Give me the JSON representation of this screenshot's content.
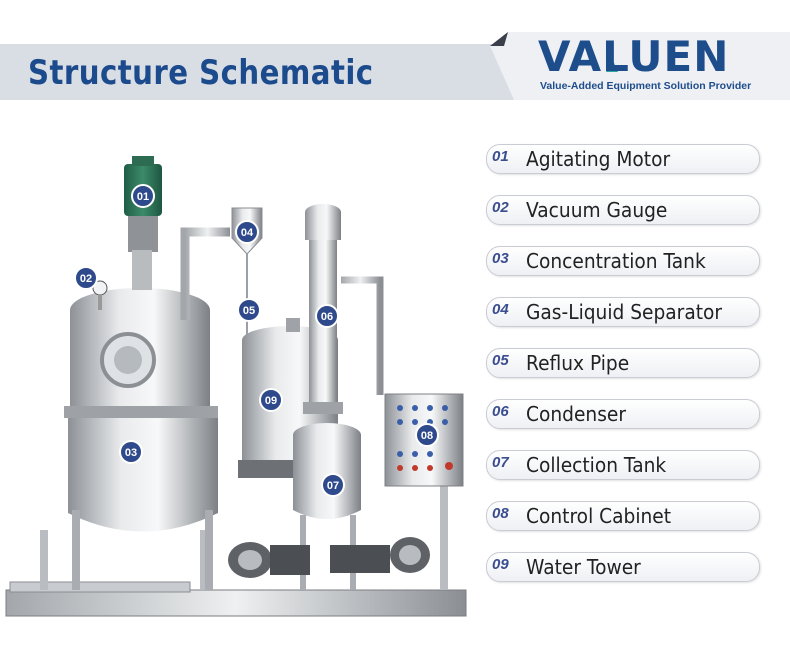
{
  "header": {
    "title": "Structure Schematic"
  },
  "logo": {
    "name": "VALUEN",
    "tagline": "Value-Added Equipment Solution Provider",
    "color": "#1e4d8c",
    "accent": "#2aa6a0"
  },
  "colors": {
    "title": "#1b4a8d",
    "badge": "#2f4a8c",
    "header_band": "#d9dde4"
  },
  "legend": [
    {
      "num": "01",
      "label": "Agitating Motor"
    },
    {
      "num": "02",
      "label": "Vacuum Gauge"
    },
    {
      "num": "03",
      "label": "Concentration Tank"
    },
    {
      "num": "04",
      "label": "Gas-Liquid Separator"
    },
    {
      "num": "05",
      "label": "Reflux Pipe"
    },
    {
      "num": "06",
      "label": "Condenser"
    },
    {
      "num": "07",
      "label": "Collection Tank"
    },
    {
      "num": "08",
      "label": "Control Cabinet"
    },
    {
      "num": "09",
      "label": "Water Tower"
    }
  ],
  "badges": [
    "01",
    "02",
    "03",
    "04",
    "05",
    "06",
    "07",
    "08",
    "09"
  ]
}
